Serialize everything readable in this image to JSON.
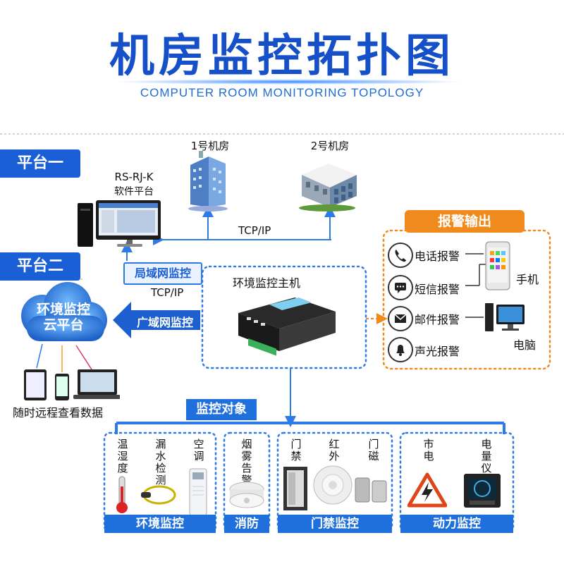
{
  "title": "机房监控拓扑图",
  "subtitle": "COMPUTER ROOM MONITORING TOPOLOGY",
  "platform1": "平台一",
  "platform2": "平台二",
  "software": {
    "name": "RS-RJ-K",
    "caption": "软件平台"
  },
  "room1": "1号机房",
  "room2": "2号机房",
  "tcpip_top": "TCP/IP",
  "tcpip_mid": "TCP/IP",
  "lan": "局域网监控",
  "wan": "广域网监控",
  "host": "环境监控主机",
  "cloud": {
    "line1": "环境监控",
    "line2": "云平台"
  },
  "remote": "随时远程查看数据",
  "alarm": {
    "title": "报警输出",
    "phone": "电话报警",
    "sms": "短信报警",
    "mail": "邮件报警",
    "sound": "声光报警",
    "mobile": "手机",
    "pc": "电脑"
  },
  "objects": {
    "title": "监控对象",
    "env": {
      "temp": "温湿度",
      "leak": "漏水检测",
      "ac": "空调",
      "footer": "环境监控"
    },
    "fire": {
      "smoke": "烟雾告警",
      "footer": "消防"
    },
    "door": {
      "door": "门禁",
      "ir": "红外",
      "mag": "门磁",
      "footer": "门禁监控"
    },
    "power": {
      "mains": "市电",
      "meter": "电量仪",
      "footer": "动力监控"
    }
  },
  "colors": {
    "blue": "#1a5fd6",
    "orange": "#f08a1c"
  }
}
